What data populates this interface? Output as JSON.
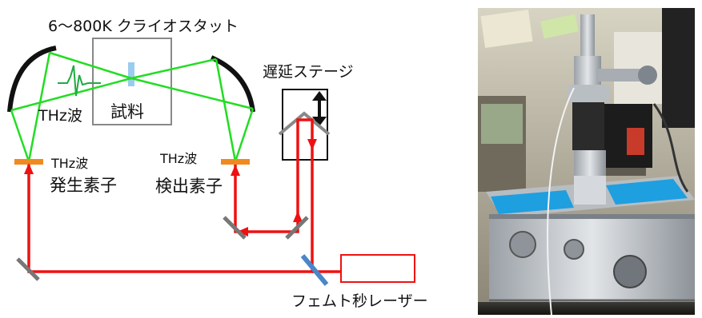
{
  "labels": {
    "cryostat": "6〜800K クライオスタット",
    "sample": "試料",
    "thz_wave": "THz波",
    "emitter_line1": "THz波",
    "emitter_line2": "発生素子",
    "detector_line1": "THz波",
    "detector_line2": "検出素子",
    "delay_stage": "遅延ステージ",
    "fs_laser": "フェムト秒レーザー"
  },
  "colors": {
    "laser_beam": "#ee1111",
    "thz_beam": "#22dd22",
    "emitter_element": "#f08a20",
    "sample_plate": "#99ccee",
    "beam_splitter": "#4a86c8",
    "mirror": "#777777",
    "photo_chamber_blue": "#1e9fe0",
    "photo_metal": "#c8ccd0"
  },
  "photo": {
    "subject": "laboratory terahertz spectroscopy setup with cryostat on vacuum chamber"
  }
}
